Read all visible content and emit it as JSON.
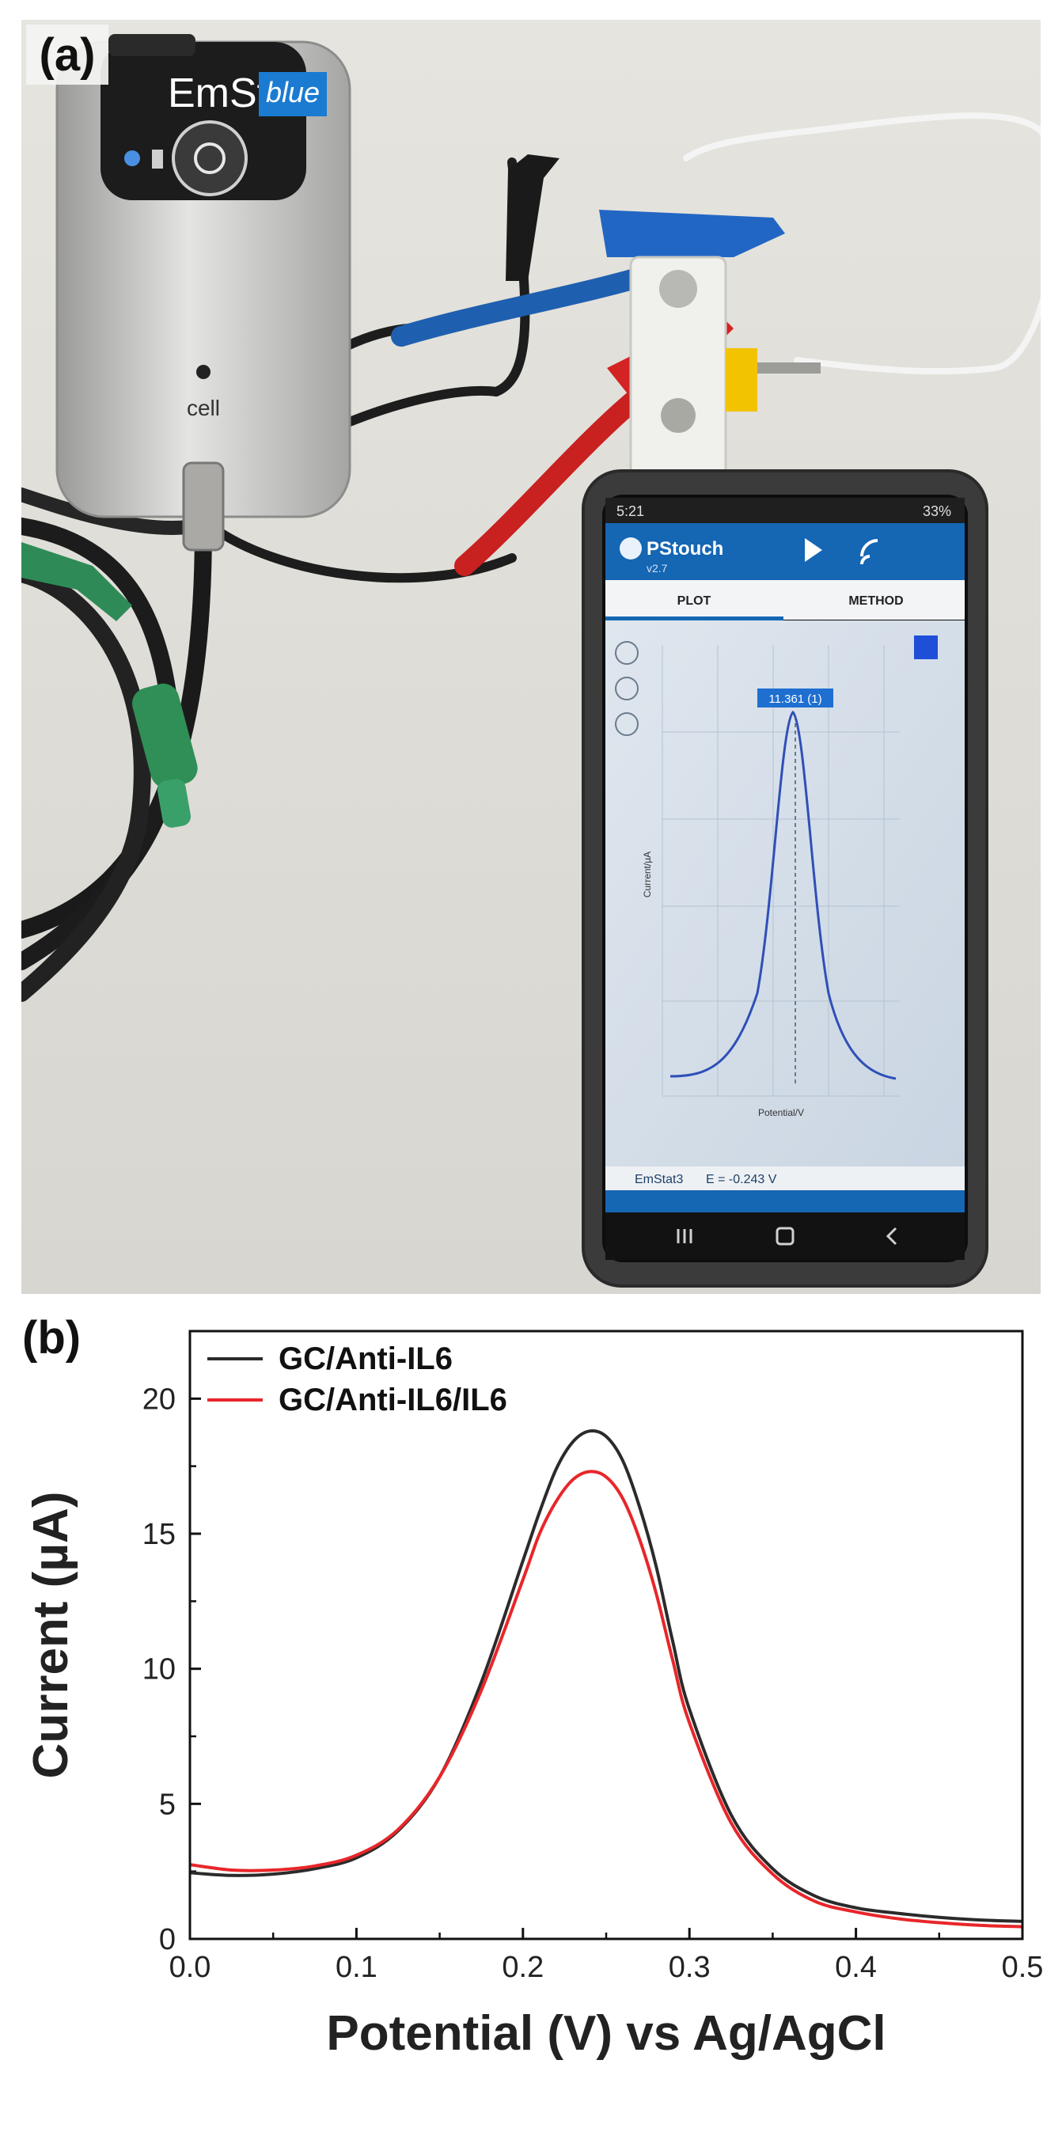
{
  "panel_a": {
    "label": "(a)",
    "device": {
      "brand": "EmStat",
      "brand_suffix": "blue",
      "port_label": "cell"
    },
    "phone": {
      "status_time": "5:21",
      "status_battery": "33%",
      "app_name": "PStouch",
      "app_version": "v2.7",
      "tab_plot": "PLOT",
      "tab_method": "METHOD",
      "peak_tag": "11.361 (1)",
      "x_axis_label": "Potential/V",
      "y_axis_label": "Current/µA",
      "footer_device": "EmStat3",
      "footer_potential": "E = -0.243 V"
    }
  },
  "panel_b": {
    "label": "(b)"
  },
  "chart_data": {
    "type": "line",
    "title": "",
    "xlabel": "Potential (V) vs Ag/AgCl",
    "ylabel": "Current (µA)",
    "xlim": [
      0.0,
      0.5
    ],
    "ylim": [
      0,
      22.5
    ],
    "xticks": [
      0.0,
      0.1,
      0.2,
      0.3,
      0.4,
      0.5
    ],
    "xtick_labels": [
      "0.0",
      "0.1",
      "0.2",
      "0.3",
      "0.4",
      "0.5"
    ],
    "yticks": [
      0,
      5,
      10,
      15,
      20
    ],
    "ytick_labels": [
      "0",
      "5",
      "10",
      "15",
      "20"
    ],
    "legend_position": "top-left",
    "grid": false,
    "series": [
      {
        "name": "GC/Anti-IL6",
        "color": "#2b2b2b",
        "x": [
          0.0,
          0.025,
          0.05,
          0.075,
          0.1,
          0.125,
          0.15,
          0.175,
          0.2,
          0.21,
          0.22,
          0.23,
          0.24,
          0.25,
          0.26,
          0.27,
          0.28,
          0.29,
          0.3,
          0.325,
          0.35,
          0.375,
          0.4,
          0.425,
          0.45,
          0.475,
          0.5
        ],
        "y": [
          2.45,
          2.35,
          2.4,
          2.6,
          3.0,
          4.0,
          6.0,
          9.5,
          14.0,
          15.8,
          17.4,
          18.4,
          18.8,
          18.6,
          17.7,
          16.0,
          13.8,
          11.0,
          8.5,
          4.6,
          2.6,
          1.6,
          1.15,
          0.95,
          0.8,
          0.7,
          0.65
        ]
      },
      {
        "name": "GC/Anti-IL6/IL6",
        "color": "#e8262a",
        "x": [
          0.0,
          0.025,
          0.05,
          0.075,
          0.1,
          0.125,
          0.15,
          0.175,
          0.2,
          0.21,
          0.22,
          0.23,
          0.24,
          0.25,
          0.26,
          0.27,
          0.28,
          0.29,
          0.3,
          0.325,
          0.35,
          0.375,
          0.4,
          0.425,
          0.45,
          0.475,
          0.5
        ],
        "y": [
          2.75,
          2.55,
          2.55,
          2.7,
          3.1,
          4.05,
          6.0,
          9.2,
          13.3,
          15.0,
          16.2,
          17.0,
          17.3,
          17.1,
          16.3,
          14.8,
          12.8,
          10.3,
          8.0,
          4.3,
          2.4,
          1.4,
          1.0,
          0.75,
          0.6,
          0.5,
          0.45
        ]
      }
    ]
  }
}
